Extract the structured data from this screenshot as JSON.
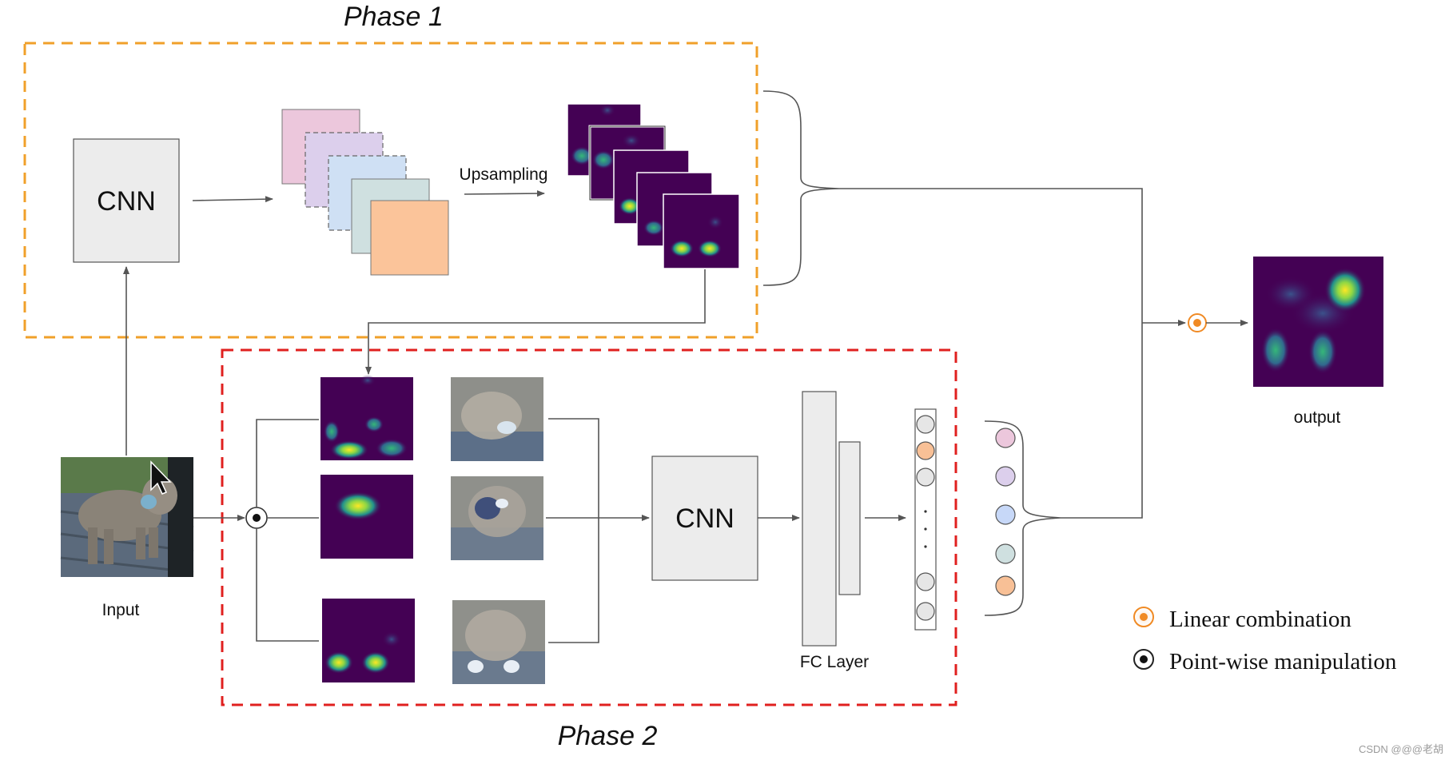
{
  "phase1": {
    "title": "Phase 1",
    "cnn_label": "CNN",
    "upsampling_label": "Upsampling"
  },
  "phase2": {
    "title": "Phase 2",
    "cnn_label": "CNN",
    "fc_label": "FC Layer"
  },
  "input_label": "Input",
  "output_label": "output",
  "legend": {
    "linear_combination": "Linear combination",
    "pointwise_manipulation": "Point-wise manipulation"
  },
  "watermark": "CSDN @@@老胡",
  "colors": {
    "phase1_border": "#f0a02a",
    "phase2_border": "#e0201f",
    "box_fill": "#ececec",
    "heatmap_bg": "#440154",
    "heatmap_hot": "#fde725",
    "linear_combination": "#f08a24",
    "feature_maps": [
      "#ecc7dc",
      "#dccfec",
      "#cfe0f4",
      "#cfe0e0",
      "#fbc49a"
    ],
    "output_circles": [
      "#ecc7dc",
      "#dccfec",
      "#c7d8f8",
      "#cfe0e0",
      "#f8c096"
    ]
  }
}
